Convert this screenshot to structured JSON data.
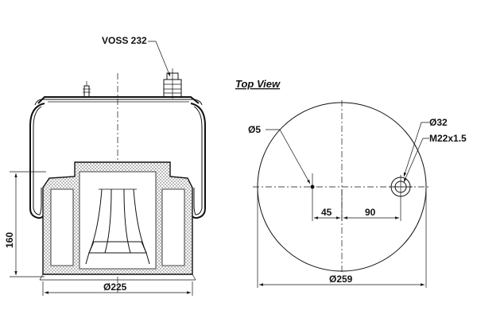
{
  "top_view": {
    "title": "Top View",
    "hole_small_label": "Ø5",
    "port_outer_label": "Ø32",
    "port_thread_label": "M22x1.5",
    "dim_offset_left": "45",
    "dim_offset_right": "90",
    "dim_diameter": "Ø259"
  },
  "side_view": {
    "connector_label": "VOSS 232",
    "dim_piston_diameter": "Ø225",
    "dim_height": "160"
  }
}
